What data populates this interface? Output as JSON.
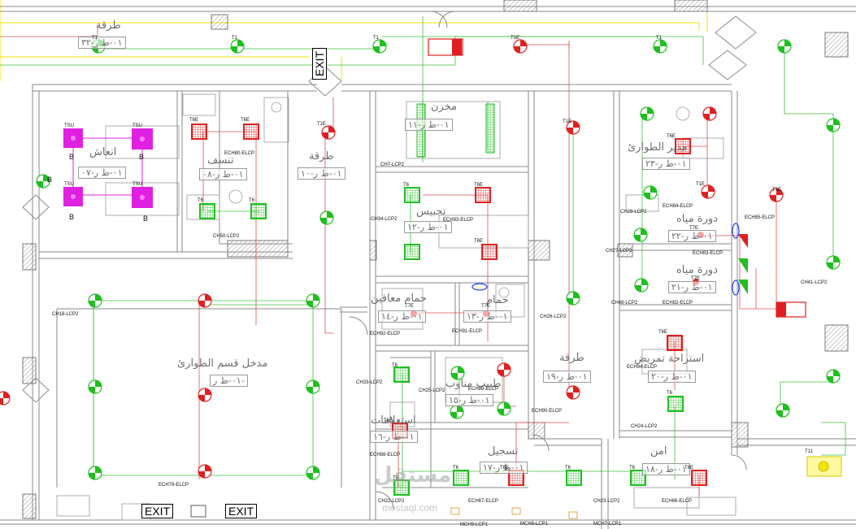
{
  "rooms": [
    {
      "name": "طرقة",
      "code": "٠١-ط ر-٣٢"
    },
    {
      "name": "انعاش",
      "code": "٠١-ط ر-٠٧"
    },
    {
      "name": "تنسف",
      "code": "٠١-ط ر-٠٨"
    },
    {
      "name": "طرقة",
      "code": "٠١-ط ر-١٠"
    },
    {
      "name": "مخزن",
      "code": "٠١-ط ر-١١"
    },
    {
      "name": "تجبيس",
      "code": "٠١-ط ر-١٢"
    },
    {
      "name": "مدير الطوارئ",
      "code": "٠١-ط ر-٢٣"
    },
    {
      "name": "دورة مياه",
      "code": "٠١-ط ر-٢٢"
    },
    {
      "name": "دورة مياه",
      "code": "٠١-ط ر-٢١"
    },
    {
      "name": "حمام معاقين",
      "code": "٠١-ط ر-١٤"
    },
    {
      "name": "حمام",
      "code": "٠١-ط ر-١٣"
    },
    {
      "name": "مدخل قسم الطوارئ",
      "code": "٠١-ط ر-"
    },
    {
      "name": "طرقة",
      "code": "٠١-ط ر-١٩"
    },
    {
      "name": "استراحة تمريض",
      "code": "٠١-ط ر-٢٠"
    },
    {
      "name": "طبيب مناوب",
      "code": "٠١-ط ر-١٥"
    },
    {
      "name": "استعلامات",
      "code": "٠١-ط ر-١٦"
    },
    {
      "name": "تسجيل",
      "code": "٠١-ط ر-١٧"
    },
    {
      "name": "امن",
      "code": "٠١-ط ر-١٨"
    }
  ],
  "exits": [
    "EXIT",
    "EXIT",
    "EXIT"
  ],
  "device_tags": {
    "t1": "T1",
    "t1e": "T1E",
    "t6": "T6",
    "t6e": "T6E",
    "t7e": "T7E",
    "t11": "T11",
    "tsu": "TSU",
    "b": "B"
  },
  "circuit_labels": [
    "ECH80-ELCP",
    "CH50-LCP2",
    "CH7-LCP2",
    "CH34-LCP2",
    "ECH93-ELCP",
    "CH28-LCP2",
    "ECH84-ELCP",
    "ECH85-ELCP",
    "CH27-LCP2",
    "ECH83-ELCP",
    "CH48-LCP2",
    "ECH82-ELCP",
    "CH41-LCP2",
    "CH18-LCP2",
    "ECH92-ELCP",
    "ECH91-ELCP",
    "CH26-LCP2",
    "ECH94-ELCP",
    "CH33-LCP2",
    "CH25-LCP2",
    "ECH89-ELCP",
    "ECH90-ELCP",
    "CH24-LCP2",
    "ECH88-ELCP",
    "ECH79-ELCP",
    "CH22-LCP2",
    "ECH87-ELCP",
    "CH23-LCP2",
    "ECH86-ELCP",
    "MCH9-LCP1",
    "MCH8-LCP1",
    "MCH7-LCP1"
  ],
  "watermark": {
    "text": "مستقل",
    "sub": "mostaql.com"
  },
  "colors": {
    "emergency_red": "#e02020",
    "normal_green": "#1fbf1f",
    "panel_magenta": "#e020e0",
    "wall": "#8a8a8a",
    "yellow_zone": "#f2e600"
  }
}
